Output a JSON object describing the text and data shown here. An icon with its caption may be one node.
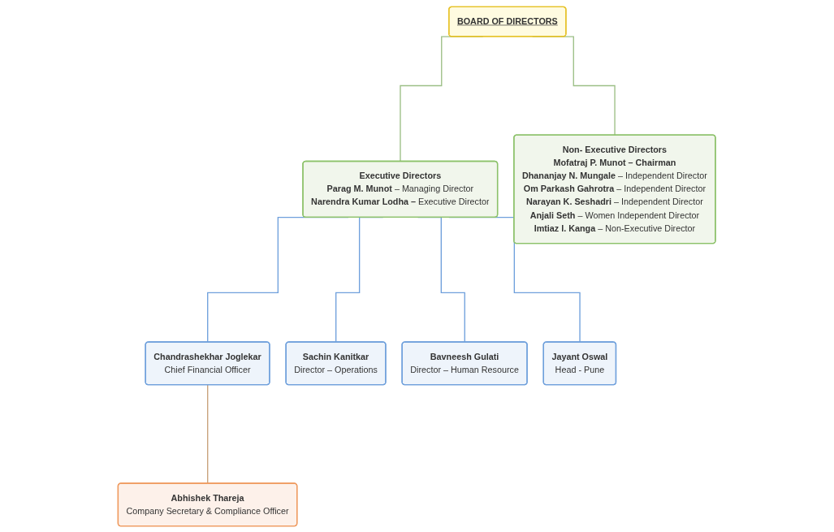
{
  "diagram": {
    "nodes": [
      {
        "text": [
          "BOARD OF DIRECTORS"
        ]
      },
      {
        "text": [
          "Executive Directors",
          "**Parag M. Munot** – Managing Director",
          "**Narendra Kumar Lodha –** Executive Director"
        ]
      },
      {
        "text": [
          "Non- Executive Directors",
          "**Mofatraj P. Munot – Chairman**",
          "**Dhananjay N. Mungale** – Independent Director",
          "**Om Parkash Gahrotra** – Independent Director",
          "**Narayan K. Seshadri** – Independent Director",
          "**Anjali Seth** – Women Independent Director",
          "**Imtiaz I. Kanga** – Non-Executive Director"
        ]
      },
      {
        "text": [
          "Chandrashekhar Joglekar",
          "Chief Financial Officer"
        ]
      },
      {
        "text": [
          "Sachin Kanitkar",
          "Director – Operations"
        ]
      },
      {
        "text": [
          "Bavneesh Gulati",
          "Director – Human Resource"
        ]
      },
      {
        "text": [
          "Jayant Oswal",
          "Head - Pune"
        ]
      },
      {
        "text": [
          "Abhishek Thareja",
          "Company Secretary & Compliance Officer"
        ]
      }
    ],
    "edges": [
      {
        "from": 0,
        "to": 1,
        "arrow": "none",
        "color": "#9cbf86"
      },
      {
        "from": 0,
        "to": 2,
        "arrow": "none",
        "color": "#9cbf86"
      },
      {
        "from": 1,
        "to": 3,
        "arrow": "none"
      },
      {
        "from": 1,
        "to": 4,
        "arrow": "none"
      },
      {
        "from": 1,
        "to": 5,
        "arrow": "none"
      },
      {
        "from": 1,
        "to": 6,
        "arrow": "none"
      },
      {
        "from": 3,
        "to": 7,
        "arrow": "none",
        "color": "#c8a27a"
      }
    ]
  }
}
